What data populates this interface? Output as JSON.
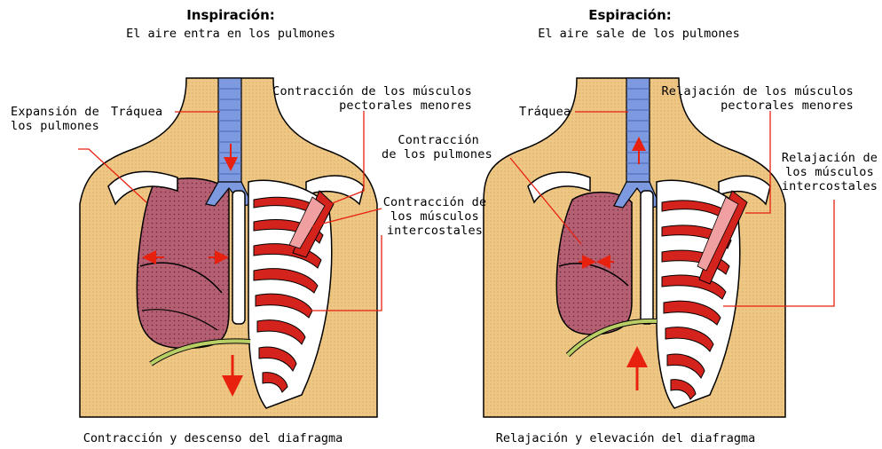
{
  "left_panel": {
    "title": "Inspiración:",
    "subtitle": "El aire entra en los pulmones",
    "labels": {
      "lung_expansion": "Expansión de\nlos pulmones",
      "trachea": "Tráquea",
      "pectoral": "Contracción de los músculos\npectorales menores",
      "intercostal": "Contracción de\nlos músculos\nintercostales"
    },
    "caption": "Contracción y descenso del diafragma"
  },
  "right_panel": {
    "title": "Espiración:",
    "subtitle": "El aire sale de los pulmones",
    "labels": {
      "trachea": "Tráquea",
      "lung_contraction": "Contracción\nde los pulmones",
      "pectoral": "Relajación de los músculos\npectorales menores",
      "intercostal": "Relajación de\nlos músculos\nintercostales"
    },
    "caption": "Relajación y elevación del diafragma"
  },
  "colors": {
    "skin": "#eec784",
    "lung": "#b55f73",
    "trachea": "#7d9ae0",
    "muscle": "#d4231c",
    "bone": "#ffffff",
    "diaphragm": "#b9cf66",
    "arrow": "#e8210f"
  }
}
